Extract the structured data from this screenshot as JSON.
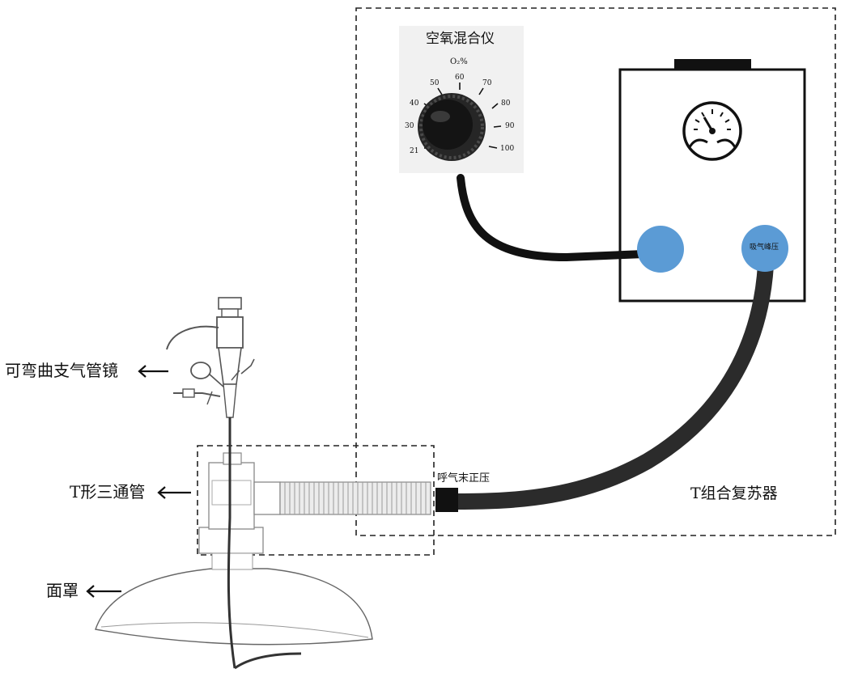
{
  "labels": {
    "blender_title": "空氧混合仪",
    "blender_unit": "O₂%",
    "dial_ticks": [
      "21",
      "30",
      "40",
      "50",
      "60",
      "70",
      "80",
      "90",
      "100"
    ],
    "pip_label": "吸气峰压",
    "peep_label": "呼气末正压",
    "resuscitator_label": "T组合复苏器",
    "bronchoscope_label": "可弯曲支气管镜",
    "tpiece_label": "T形三通管",
    "mask_label": "面罩"
  },
  "colors": {
    "port_blue": "#5b9bd5",
    "hose_black": "#111111",
    "hose_dark": "#2b2b2b"
  },
  "icons": [
    "gauge-icon",
    "dial-knob-icon",
    "arrow-left-icon"
  ]
}
